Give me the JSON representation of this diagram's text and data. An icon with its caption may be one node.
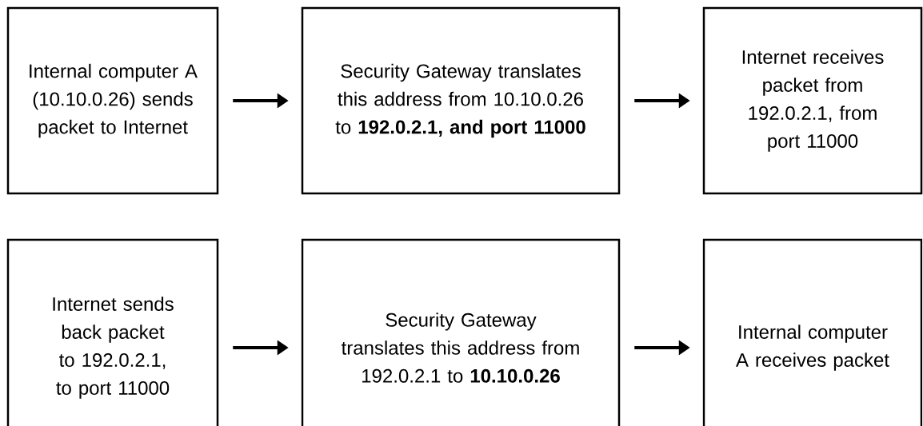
{
  "diagram": {
    "nodes": [
      {
        "text": [
          "Internal computer A (10.10.0.26) sends packet to Internet"
        ]
      },
      {
        "text": [
          "Security Gateway translates this address from 10.10.0.26 to **192.0.2.1, and port 11000**"
        ]
      },
      {
        "text": [
          "Internet receives packet from 192.0.2.1, from port 11000"
        ]
      },
      {
        "text": [
          "Internet sends back packet to 192.0.2.1, to port 11000"
        ]
      },
      {
        "text": [
          "Security Gateway translates this address from 192.0.2.1 to **10.10.0.26**"
        ]
      },
      {
        "text": [
          "Internal computer A receives packet"
        ]
      }
    ],
    "edges": [
      {
        "from": 0,
        "to": 1,
        "arrow": "to"
      },
      {
        "from": 1,
        "to": 2,
        "arrow": "to"
      },
      {
        "from": 3,
        "to": 4,
        "arrow": "to"
      },
      {
        "from": 4,
        "to": 5,
        "arrow": "to"
      }
    ]
  }
}
